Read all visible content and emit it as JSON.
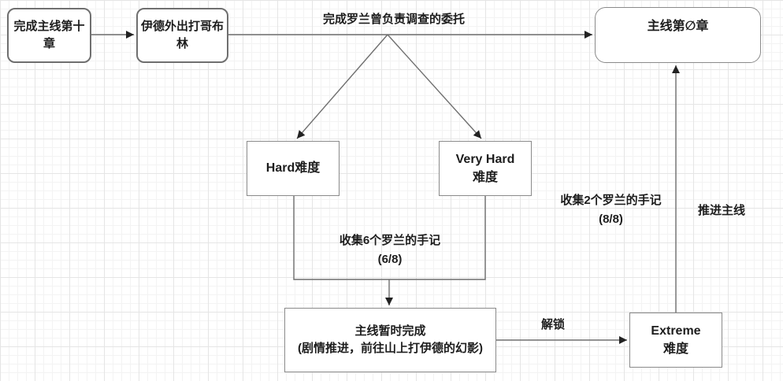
{
  "diagram": {
    "canvas_bg": "#ffffff",
    "grid_minor_color": "#f3f3f3",
    "grid_major_color": "#e5e5e5",
    "line_color": "#6f6f6f",
    "arrow_color": "#222222",
    "text_color": "#1d1d1d",
    "node_fill": "#ffffff",
    "nodes": {
      "complete_ch10": {
        "label": "完成主线第十\n章"
      },
      "ide_goblin": {
        "label": "伊德外出打哥布\n林"
      },
      "main_ch0": {
        "label": "主线第∅章"
      },
      "hard": {
        "label": "Hard难度"
      },
      "very_hard": {
        "label": "Very Hard\n难度"
      },
      "main_paused": {
        "label": "主线暂时完成\n(剧情推进，前往山上打伊德的幻影)"
      },
      "extreme": {
        "label": "Extreme\n难度"
      }
    },
    "edge_labels": {
      "rolan_commission": "完成罗兰曾负责调查的委托",
      "collect_6": "收集6个罗兰的手记\n(6/8)",
      "collect_2": "收集2个罗兰的手记\n(8/8)",
      "unlock": "解锁",
      "advance_main": "推进主线"
    }
  }
}
